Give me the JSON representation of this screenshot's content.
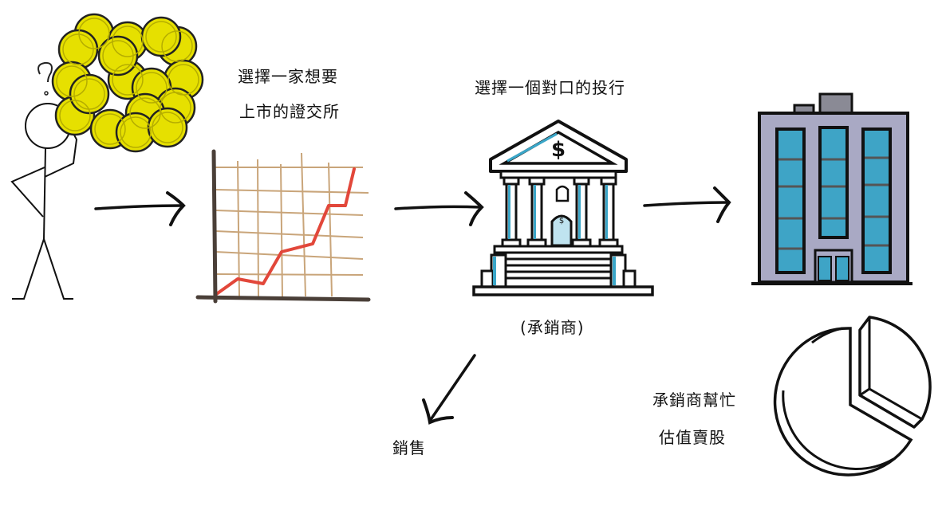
{
  "steps": {
    "exchange": {
      "line1": "選擇一家想要",
      "line2": "上市的證交所"
    },
    "bank": {
      "title": "選擇一個對口的投行",
      "subtitle": "(承銷商)"
    },
    "valuation": {
      "line1": "承銷商幫忙",
      "line2": "估值賣股"
    },
    "sales": {
      "label": "銷售"
    }
  },
  "icons": {
    "person": "thinking-stick-figure-icon",
    "coins": "gold-coins-pile-icon",
    "chart": "rising-line-chart-icon",
    "bank": "bank-building-icon",
    "bank_sign": "$",
    "company": "office-building-icon",
    "pie": "pie-chart-icon"
  },
  "colors": {
    "coin_fill": "#e6e000",
    "grid": "#c9a57a",
    "trend": "#e2473a",
    "axis": "#4a3f38",
    "bank_accent": "#3aa6c8",
    "building_body": "#a9a9c4",
    "building_glass": "#3ea4c6"
  }
}
